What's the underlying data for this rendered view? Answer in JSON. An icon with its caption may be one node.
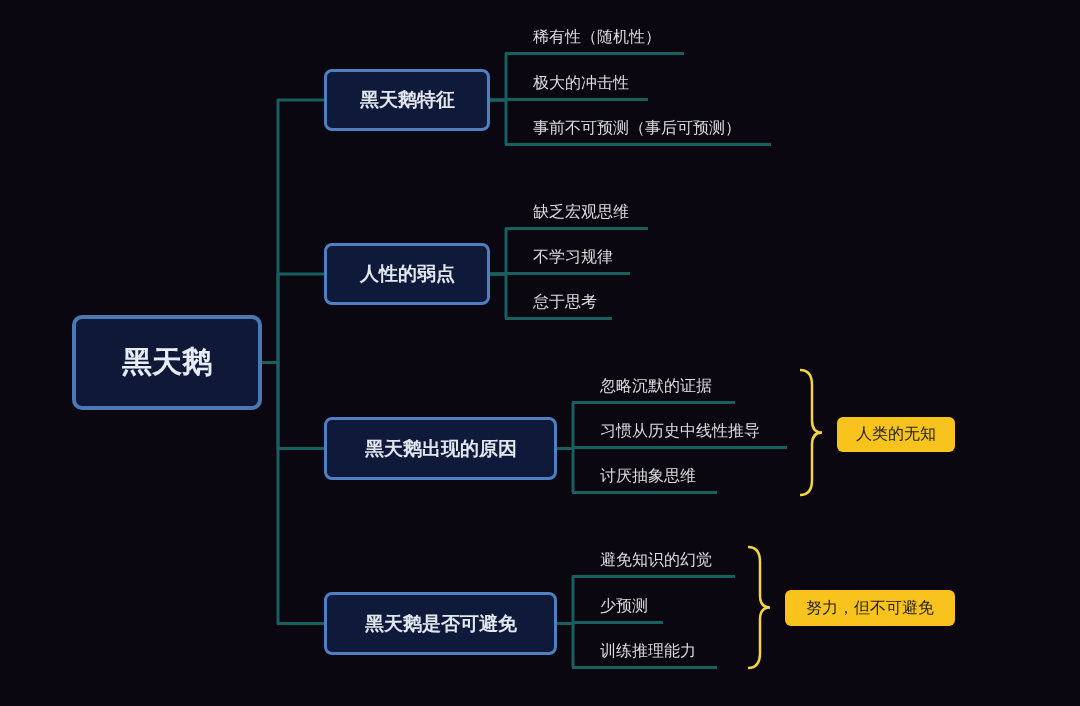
{
  "diagram": {
    "nodes": [
      {
        "text": [
          "黑天鹅"
        ]
      },
      {
        "text": [
          "黑天鹅特征"
        ]
      },
      {
        "text": [
          "稀有性（随机性）"
        ]
      },
      {
        "text": [
          "极大的冲击性"
        ]
      },
      {
        "text": [
          "事前不可预测（事后可预测）"
        ]
      },
      {
        "text": [
          "人性的弱点"
        ]
      },
      {
        "text": [
          "缺乏宏观思维"
        ]
      },
      {
        "text": [
          "不学习规律"
        ]
      },
      {
        "text": [
          "怠于思考"
        ]
      },
      {
        "text": [
          "黑天鹅出现的原因"
        ]
      },
      {
        "text": [
          "忽略沉默的证据"
        ]
      },
      {
        "text": [
          "习惯从历史中线性推导"
        ]
      },
      {
        "text": [
          "讨厌抽象思维"
        ]
      },
      {
        "text": [
          "黑天鹅是否可避免"
        ]
      },
      {
        "text": [
          "避免知识的幻觉"
        ]
      },
      {
        "text": [
          "少预测"
        ]
      },
      {
        "text": [
          "训练推理能力"
        ]
      },
      {
        "text": [
          "人类的无知"
        ]
      },
      {
        "text": [
          "努力，但不可避免"
        ]
      }
    ],
    "edges": [
      {
        "from": 0,
        "to": 1,
        "arrow": "none"
      },
      {
        "from": 0,
        "to": 5,
        "arrow": "none"
      },
      {
        "from": 0,
        "to": 9,
        "arrow": "none"
      },
      {
        "from": 0,
        "to": 13,
        "arrow": "none"
      },
      {
        "from": 1,
        "to": 2,
        "arrow": "none"
      },
      {
        "from": 1,
        "to": 3,
        "arrow": "none"
      },
      {
        "from": 1,
        "to": 4,
        "arrow": "none"
      },
      {
        "from": 5,
        "to": 6,
        "arrow": "none"
      },
      {
        "from": 5,
        "to": 7,
        "arrow": "none"
      },
      {
        "from": 5,
        "to": 8,
        "arrow": "none"
      },
      {
        "from": 9,
        "to": 10,
        "arrow": "none"
      },
      {
        "from": 9,
        "to": 11,
        "arrow": "none"
      },
      {
        "from": 9,
        "to": 12,
        "arrow": "none"
      },
      {
        "from": 13,
        "to": 14,
        "arrow": "none"
      },
      {
        "from": 13,
        "to": 15,
        "arrow": "none"
      },
      {
        "from": 13,
        "to": 16,
        "arrow": "none"
      }
    ]
  }
}
